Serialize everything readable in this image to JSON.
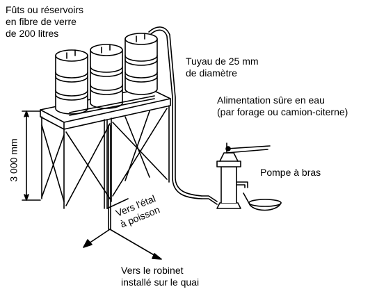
{
  "labels": {
    "tanks": [
      "Fûts ou réservoirs",
      "en fibre de verre",
      "de 200 litres"
    ],
    "pipe": [
      "Tuyau de 25 mm",
      "de diamètre"
    ],
    "supply": [
      "Alimentation sûre en eau",
      "(par forage ou camion-citerne)"
    ],
    "pump": "Pompe à bras",
    "height": "3 000 mm",
    "fish_stall": [
      "Vers l'étal",
      "à poisson"
    ],
    "tap": [
      "Vers le robinet",
      "installé sur le quai"
    ]
  }
}
